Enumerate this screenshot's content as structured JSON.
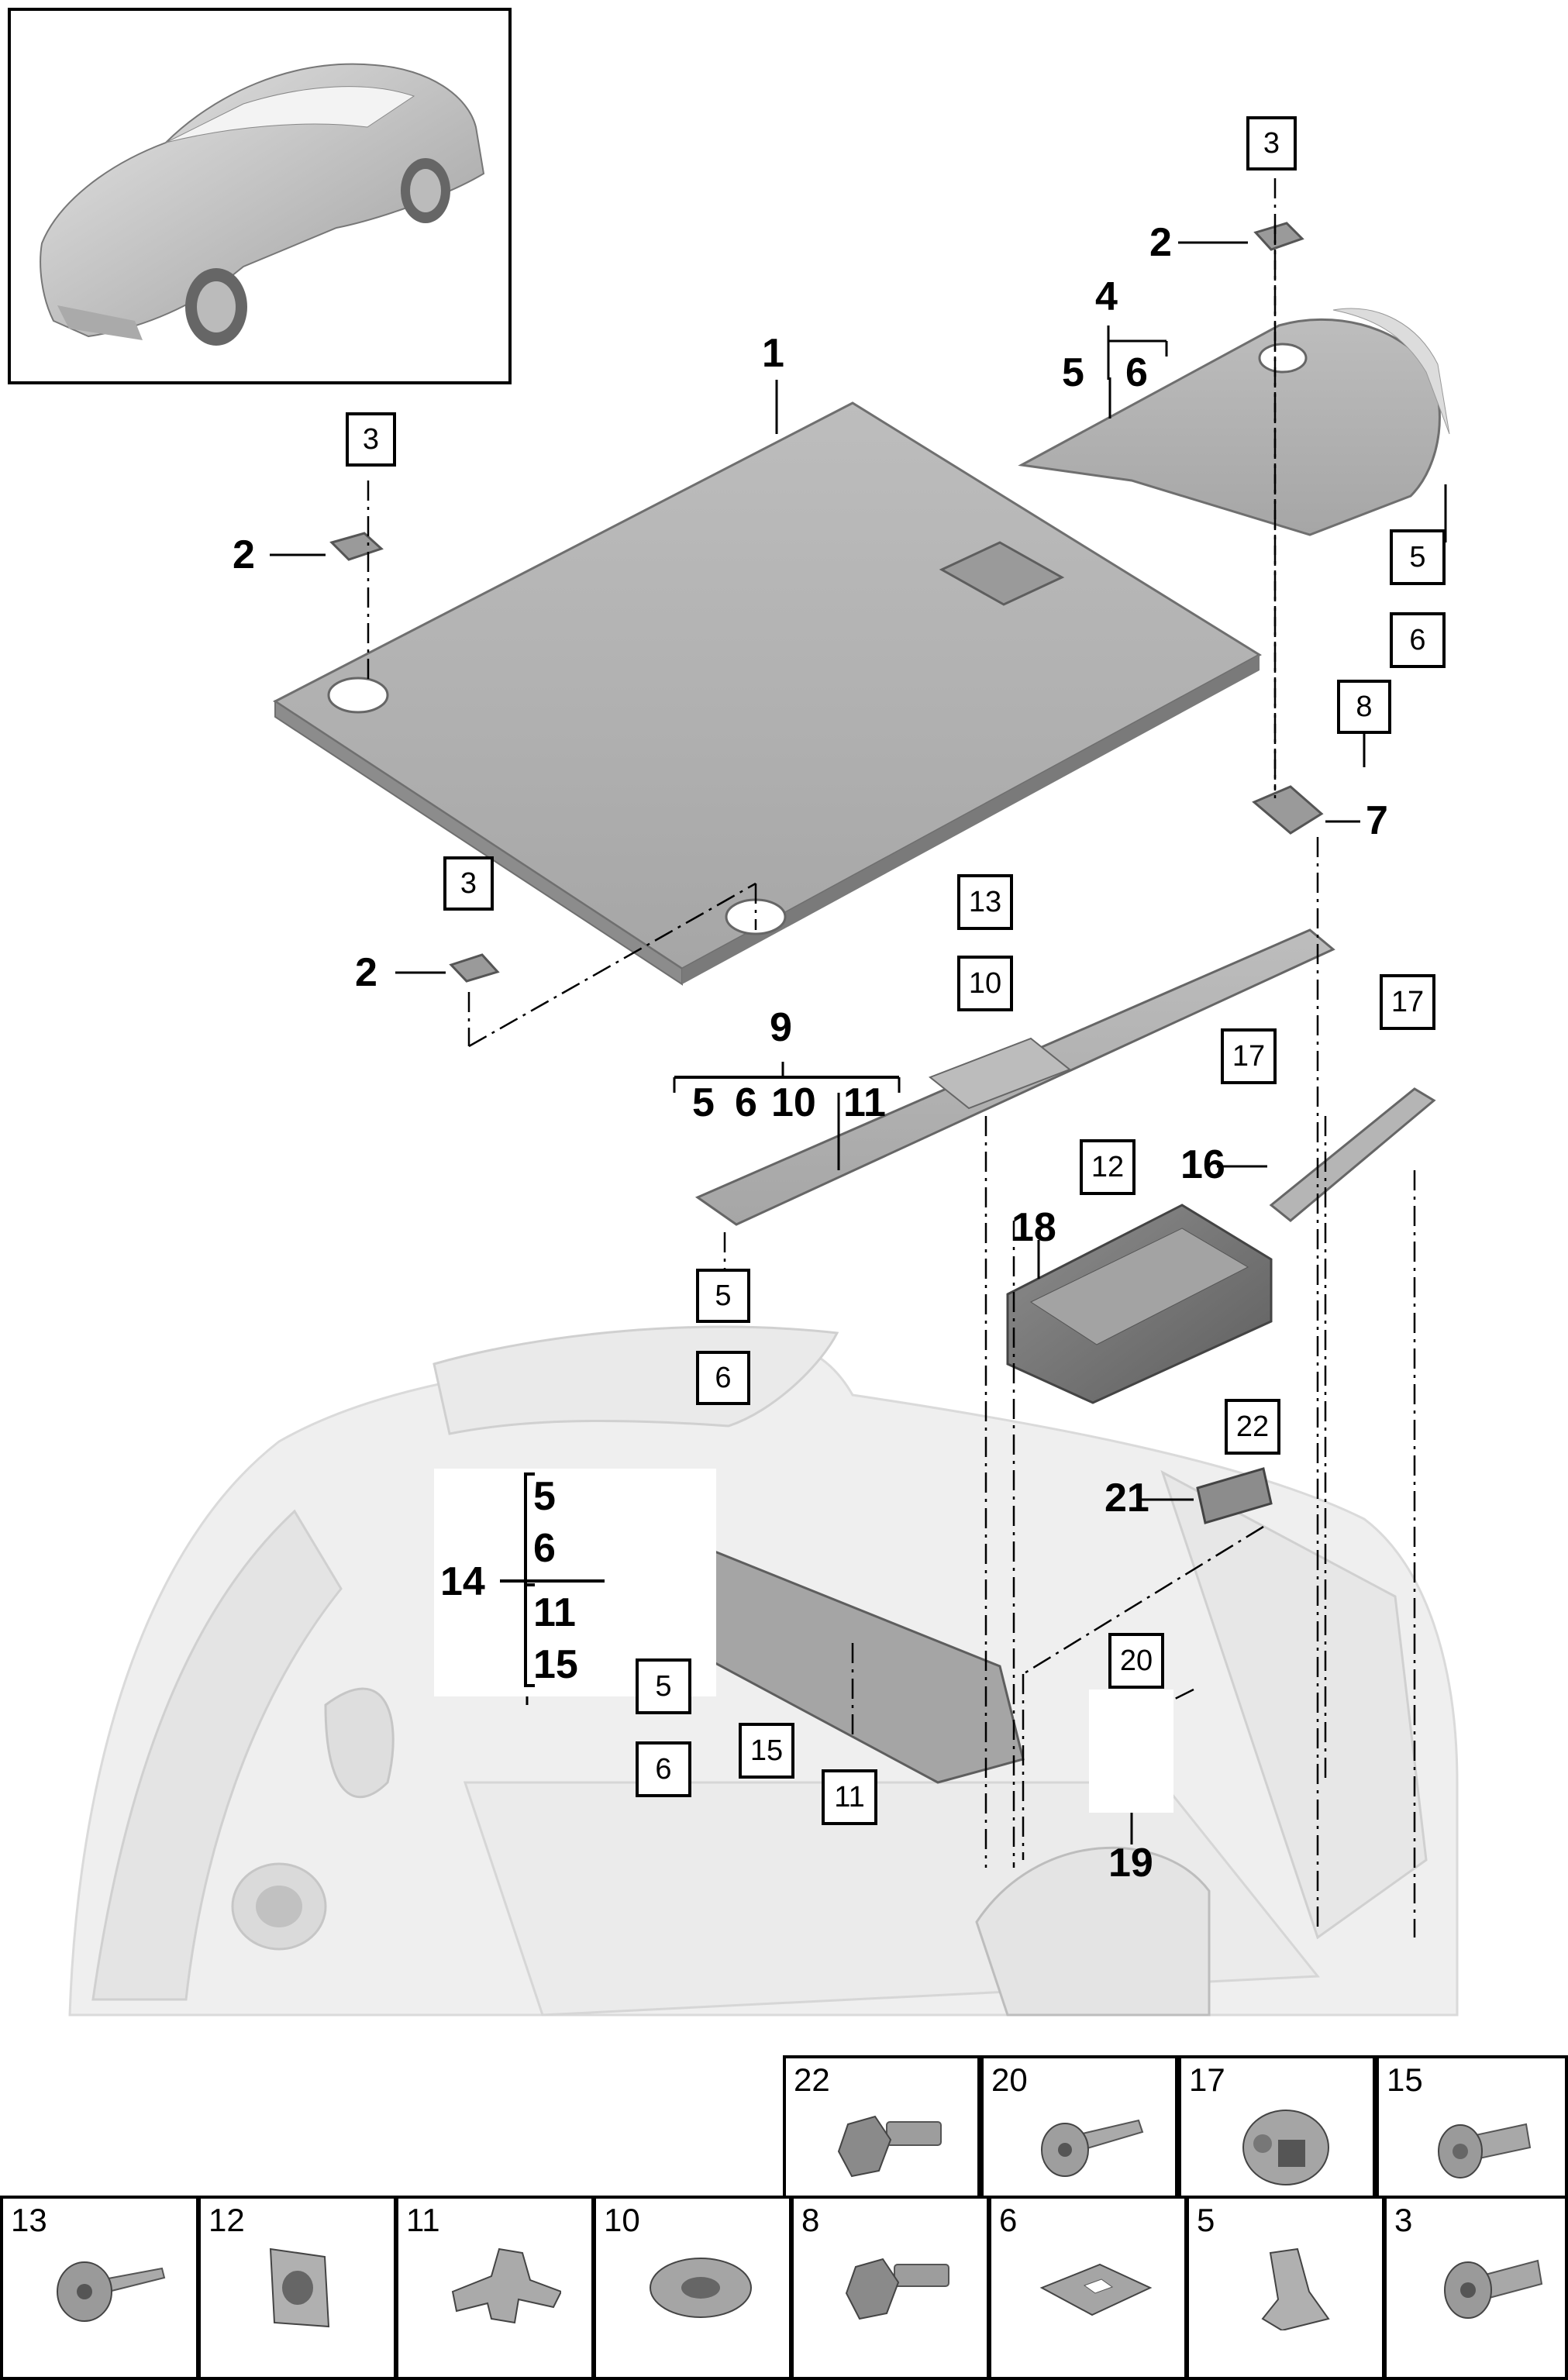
{
  "diagram": {
    "main_labels": {
      "l1": "1",
      "l2a": "2",
      "l2b": "2",
      "l2c": "2",
      "l4": "4",
      "l4_5": "5",
      "l4_6": "6",
      "l7": "7",
      "l9": "9",
      "l9_5": "5",
      "l9_6": "6",
      "l9_10": "10",
      "l9_11": "11",
      "l14": "14",
      "l14_5": "5",
      "l14_6": "6",
      "l14_11": "11",
      "l14_15": "15",
      "l16": "16",
      "l18": "18",
      "l19": "19",
      "l21": "21"
    },
    "callouts": {
      "b3a": "3",
      "b3b": "3",
      "b3c": "3",
      "b5a": "5",
      "b6a": "6",
      "b8": "8",
      "b13": "13",
      "b10": "10",
      "b12": "12",
      "b17a": "17",
      "b17b": "17",
      "b5b": "5",
      "b6b": "6",
      "b22": "22",
      "b20": "20",
      "b5c": "5",
      "b6c": "6",
      "b15": "15",
      "b11": "11"
    }
  },
  "parts_table": {
    "row1": [
      {
        "num": "22",
        "icon": "hex-bolt-icon"
      },
      {
        "num": "20",
        "icon": "torx-screw-icon"
      },
      {
        "num": "17",
        "icon": "square-nut-icon"
      },
      {
        "num": "15",
        "icon": "flange-screw-icon"
      }
    ],
    "row2": [
      {
        "num": "13",
        "icon": "pan-screw-icon"
      },
      {
        "num": "12",
        "icon": "clip-nut-icon"
      },
      {
        "num": "11",
        "icon": "retaining-clip-icon"
      },
      {
        "num": "10",
        "icon": "washer-icon"
      },
      {
        "num": "8",
        "icon": "hex-bolt-icon"
      },
      {
        "num": "6",
        "icon": "foam-pad-icon"
      },
      {
        "num": "5",
        "icon": "spring-clip-icon"
      },
      {
        "num": "3",
        "icon": "torx-bolt-icon"
      }
    ]
  }
}
